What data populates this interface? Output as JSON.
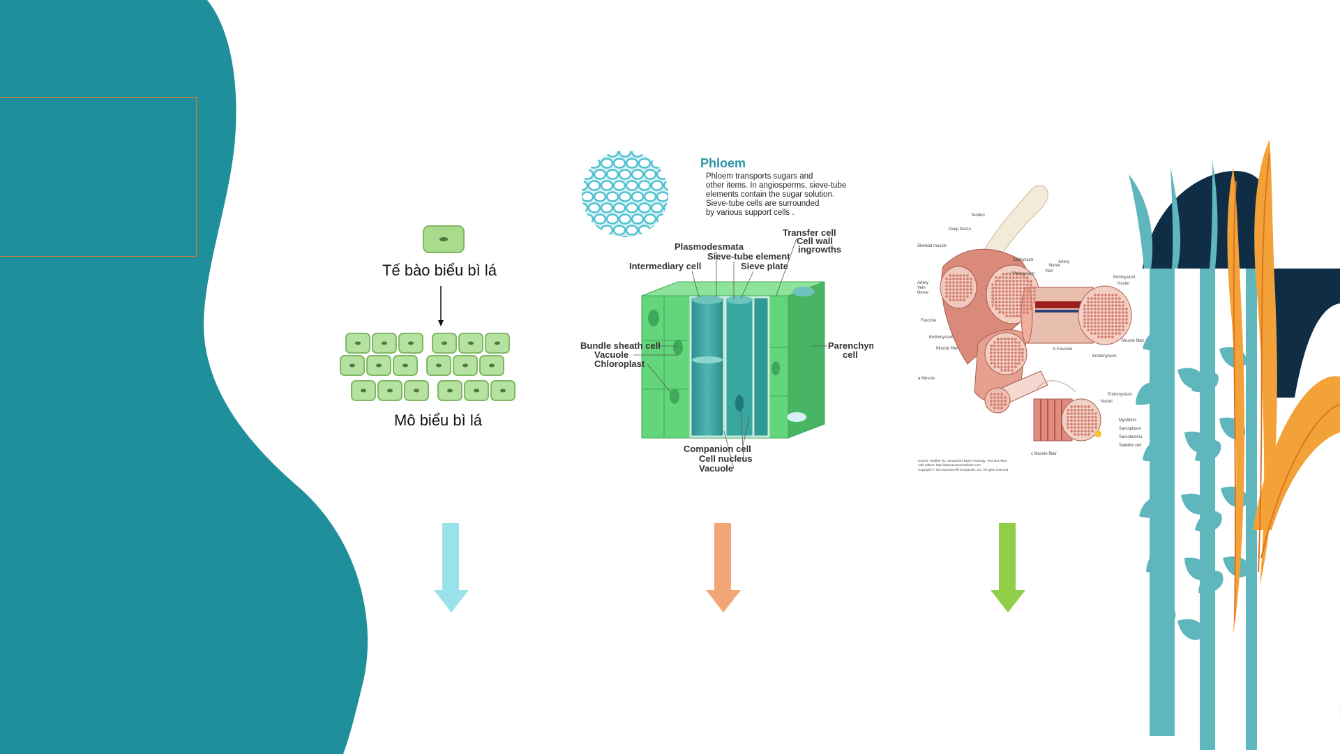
{
  "slide": {
    "colors": {
      "teal": "#1f8f9b",
      "orange": "#f3a23a",
      "navy": "#0f2d45",
      "light_teal": "#5fb6bd",
      "arrow_1": "#9ae2ea",
      "arrow_2": "#f2a677",
      "arrow_3": "#8ecf47",
      "title_box_border": "#e07a2f"
    },
    "title_box": {
      "text": ""
    }
  },
  "epidermis": {
    "cell_caption": "Tế bào biểu bì lá",
    "tissue_caption": "Mô biểu bì lá"
  },
  "phloem": {
    "title": "Phloem",
    "desc_lines": [
      "Phloem transports sugars and",
      "other items. In angiosperms, sieve-tube",
      "elements contain the sugar solution.",
      "Sieve-tube cells are surrounded",
      "by various support cells ."
    ],
    "labels": {
      "transfer_cell": "Transfer cell",
      "cell_wall": "Cell wall",
      "ingrowths": "ingrowths",
      "plasmodesmata": "Plasmodesmata",
      "sieve_tube_element": "Sieve-tube element",
      "intermediary_cell": "Intermediary cell",
      "sieve_plate": "Sieve plate",
      "bundle_sheath_cell": "Bundle sheath cell",
      "vacuole_top": "Vacuole",
      "chloroplast": "Chloroplast",
      "parenchyma": "Parenchyma",
      "parenchyma_cell": "cell",
      "companion_cell": "Companion cell",
      "cell_nucleus": "Cell nucleus",
      "vacuole_bottom": "Vacuole"
    }
  },
  "muscle": {
    "labels": {
      "tendon": "Tendon",
      "deep_fascia": "Deep fascia",
      "skeletal_muscle": "Skeletal muscle",
      "epimysium": "Epimysium",
      "perimysium": "Perimysium",
      "artery": "Artery",
      "vein": "Vein",
      "nerve": "Nerve",
      "fascicle": "Fascicle",
      "endomysium": "Endomysium",
      "muscle_fiber": "Muscle fiber",
      "a_muscle": "a Muscle",
      "b_fascicle": "b Fascicle",
      "c_muscle_fiber": "c Muscle fiber",
      "nuclei": "Nuclei",
      "myofibrils": "Myofibrils",
      "sarcoplasm": "Sarcoplasm",
      "sarcolemma": "Sarcolemma",
      "satellite_cell": "Satellite cell",
      "source_line1": "Source: Heather Ry, Junqueira's Basic Histology: Text and Atlas,",
      "source_line2": "14th edition: http://www.accessmedicine.com",
      "copyright": "Copyright © The McGraw-Hill Companies, Inc. All rights reserved."
    }
  }
}
